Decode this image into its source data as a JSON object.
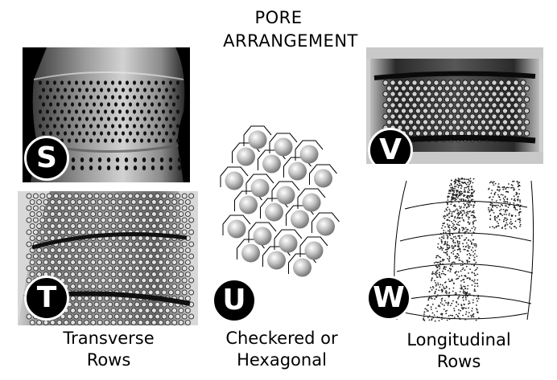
{
  "title": {
    "line1": "PORE",
    "line2": "ARRANGEMENT"
  },
  "panels": {
    "s": {
      "letter": "S"
    },
    "t": {
      "letter": "T"
    },
    "u": {
      "letter": "U"
    },
    "v": {
      "letter": "V"
    },
    "w": {
      "letter": "W"
    }
  },
  "captions": {
    "transverse": {
      "line1": "Transverse",
      "line2": "Rows"
    },
    "checkered": {
      "line1": "Checkered or",
      "line2": "Hexagonal"
    },
    "longitudinal": {
      "line1": "Longitudinal",
      "line2": "Rows"
    }
  }
}
